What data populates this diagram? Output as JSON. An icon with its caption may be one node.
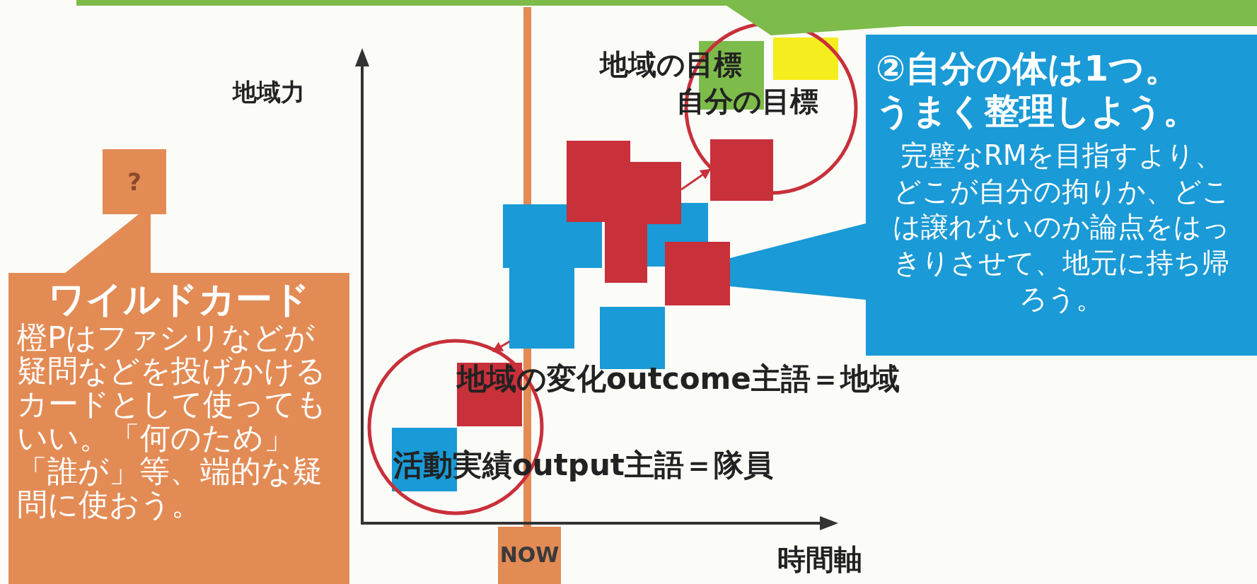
{
  "diagram": {
    "nodes": [
      {
        "text": [
          "?"
        ]
      },
      {
        "text": [
          "ワイルドカード",
          "橙Pはファシリなどが疑問などを投げかけるカードとして使ってもいい。「何のため」「誰が」等、端的な疑問に使おう。"
        ]
      },
      {
        "text": [
          "地域の目標",
          "自分の目標"
        ]
      },
      {
        "text": [
          "②自分の体は1つ。うまく整理しよう。",
          "完璧なRMを目指すより、どこが自分の拘りか、どこは譲れないのか論点をはっきりさせて、地元に持ち帰ろう。"
        ]
      },
      {
        "text": [],
        "shape": "box"
      },
      {
        "text": [],
        "shape": "box"
      },
      {
        "text": [],
        "shape": "box"
      },
      {
        "text": [],
        "shape": "circle"
      },
      {
        "text": [
          "NOW"
        ]
      },
      {
        "text": [],
        "shape": "band"
      }
    ],
    "edges": [
      {
        "from": 1,
        "to": 0,
        "arrow": "none",
        "color": "#e38b55"
      },
      {
        "from": 3,
        "to": 6,
        "arrow": "none",
        "color": "#1a9ad6"
      },
      {
        "from": 5,
        "to": 4,
        "arrow": "to",
        "color": "#c8303a"
      },
      {
        "from": 5,
        "to": 7,
        "arrow": "to",
        "color": "#c8303a"
      }
    ],
    "labels": [
      "地域力",
      "地域の変化outcome主語＝地域",
      "活動実績output主語＝隊員",
      "時間軸"
    ]
  }
}
